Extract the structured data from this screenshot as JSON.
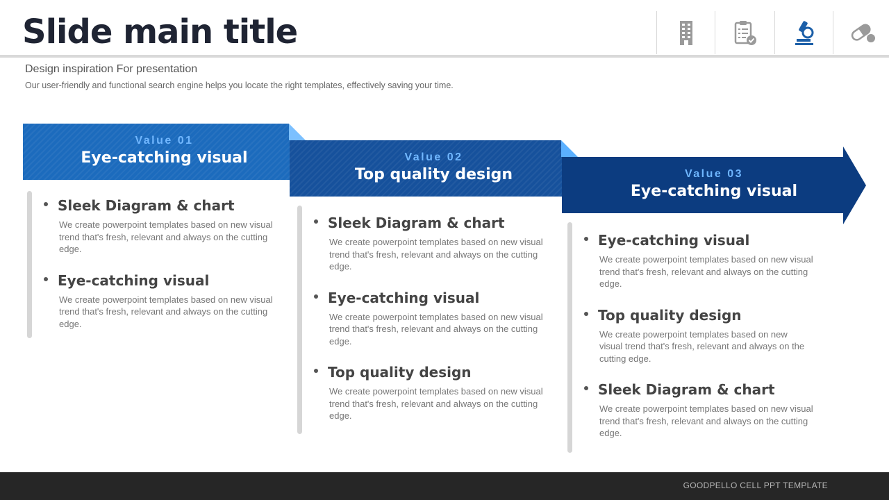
{
  "header": {
    "title": "Slide main title",
    "subtitle": "Design inspiration For presentation",
    "description": "Our user-friendly and functional search engine helps you locate the right templates, effectively saving your time.",
    "icons": [
      "building-icon",
      "clipboard-check-icon",
      "microscope-icon",
      "pill-icon"
    ],
    "active_icon": "microscope-icon"
  },
  "colors": {
    "primary": "#1c6bbd",
    "secondary": "#16519c",
    "tertiary": "#0c3c80",
    "accent": "#6fb6ff",
    "footer": "#262626"
  },
  "columns": [
    {
      "tag": "Value  01",
      "heading": "Eye-catching visual",
      "items": [
        {
          "title": "Sleek Diagram  & chart",
          "body": "We create powerpoint templates based on new visual trend that's fresh, relevant and always on the cutting edge."
        },
        {
          "title": "Eye-catching visual",
          "body": "We create powerpoint templates based on new visual trend that's fresh, relevant and always on the cutting edge."
        }
      ]
    },
    {
      "tag": "Value  02",
      "heading": "Top quality design",
      "items": [
        {
          "title": "Sleek Diagram  & chart",
          "body": "We create powerpoint templates based on new visual trend that's fresh, relevant and always on the cutting edge."
        },
        {
          "title": "Eye-catching visual",
          "body": "We create powerpoint templates based on new visual trend that's fresh, relevant and always on the cutting edge."
        },
        {
          "title": "Top quality design",
          "body": "We create powerpoint templates based on new visual trend that's fresh, relevant and always on the cutting edge."
        }
      ]
    },
    {
      "tag": "Value  03",
      "heading": "Eye-catching visual",
      "items": [
        {
          "title": "Eye-catching visual",
          "body": "We create powerpoint templates based on new visual trend that's fresh, relevant and always on the cutting edge."
        },
        {
          "title": "Top quality design",
          "body": "We create powerpoint templates based on new visual trend that's fresh, relevant and always on the cutting edge."
        },
        {
          "title": "Sleek Diagram  & chart",
          "body": "We create powerpoint templates based on new visual trend that's fresh, relevant and always on the cutting edge."
        }
      ]
    }
  ],
  "footer": {
    "text": "GOODPELLO CELL PPT TEMPLATE"
  }
}
